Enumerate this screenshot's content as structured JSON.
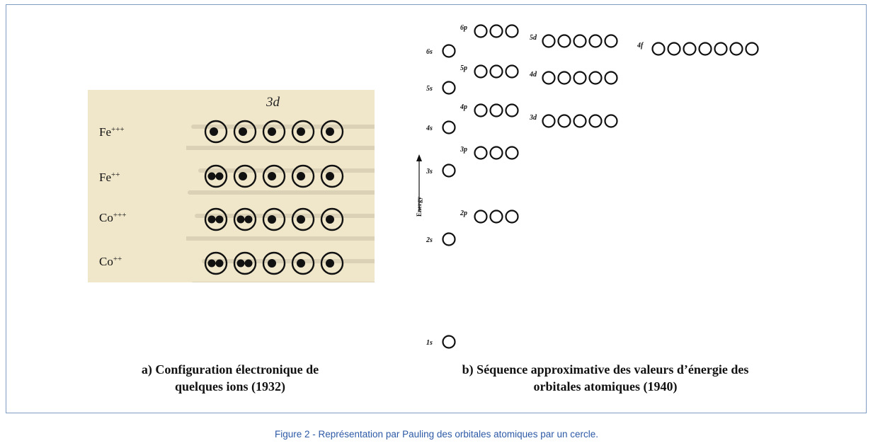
{
  "figure_caption": "Figure 2 - Représentation par Pauling des orbitales atomiques par un cercle.",
  "panel_a": {
    "caption_line1": "a) Configuration électronique de",
    "caption_line2": "quelques ions (1932)",
    "subshell_label": "3d",
    "ions": [
      {
        "symbol": "Fe",
        "charge": "+++",
        "electrons_per_orbital": [
          1,
          1,
          1,
          1,
          1
        ]
      },
      {
        "symbol": "Fe",
        "charge": "++",
        "electrons_per_orbital": [
          2,
          1,
          1,
          1,
          1
        ]
      },
      {
        "symbol": "Co",
        "charge": "+++",
        "electrons_per_orbital": [
          2,
          2,
          1,
          1,
          1
        ]
      },
      {
        "symbol": "Co",
        "charge": "++",
        "electrons_per_orbital": [
          2,
          2,
          1,
          1,
          1
        ]
      }
    ]
  },
  "panel_b": {
    "caption_line1": "b) Séquence approximative des valeurs d’énergie des",
    "caption_line2": "orbitales atomiques (1940)",
    "axis_label": "Energy",
    "subshells": [
      {
        "label": "1s",
        "orbitals": 1
      },
      {
        "label": "2s",
        "orbitals": 1
      },
      {
        "label": "2p",
        "orbitals": 3
      },
      {
        "label": "3s",
        "orbitals": 1
      },
      {
        "label": "3p",
        "orbitals": 3
      },
      {
        "label": "4s",
        "orbitals": 1
      },
      {
        "label": "3d",
        "orbitals": 5
      },
      {
        "label": "4p",
        "orbitals": 3
      },
      {
        "label": "5s",
        "orbitals": 1
      },
      {
        "label": "4d",
        "orbitals": 5
      },
      {
        "label": "5p",
        "orbitals": 3
      },
      {
        "label": "6s",
        "orbitals": 1
      },
      {
        "label": "5d",
        "orbitals": 5
      },
      {
        "label": "6p",
        "orbitals": 3
      },
      {
        "label": "4f",
        "orbitals": 7
      }
    ]
  }
}
